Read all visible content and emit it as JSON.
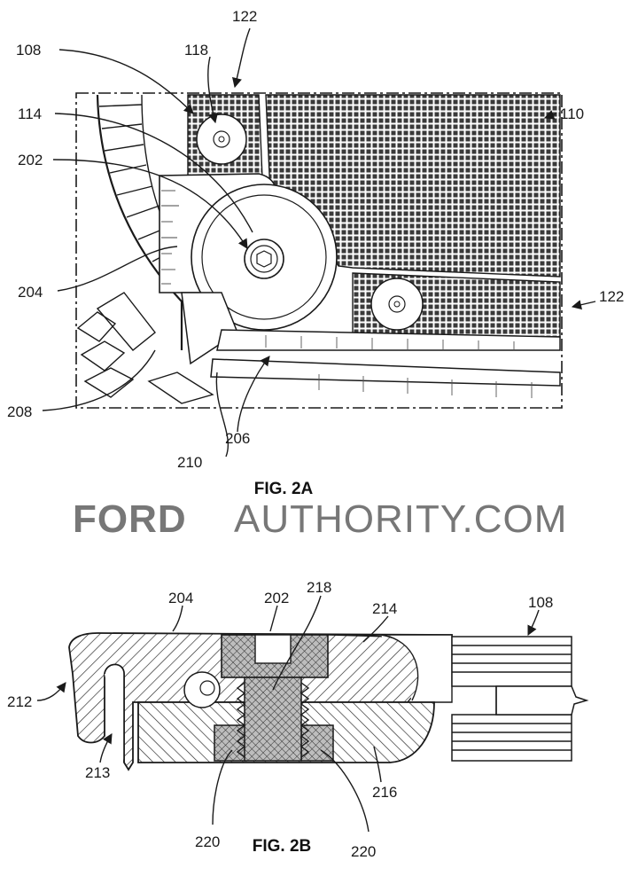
{
  "fig_2a": {
    "caption": "FIG. 2A",
    "labels": {
      "l122_top": "122",
      "l108": "108",
      "l118": "118",
      "l110": "110",
      "l114": "114",
      "l202": "202",
      "l204": "204",
      "l122_right": "122",
      "l208": "208",
      "l206": "206",
      "l210": "210"
    }
  },
  "watermark": {
    "brand": "FORD",
    "rest": "AUTHORITY.COM",
    "color": "#777777"
  },
  "fig_2b": {
    "caption": "FIG. 2B",
    "labels": {
      "l204": "204",
      "l202": "202",
      "l218": "218",
      "l214": "214",
      "l108": "108",
      "l212": "212",
      "l213": "213",
      "l216": "216",
      "l220_left": "220",
      "l220_right": "220"
    }
  }
}
